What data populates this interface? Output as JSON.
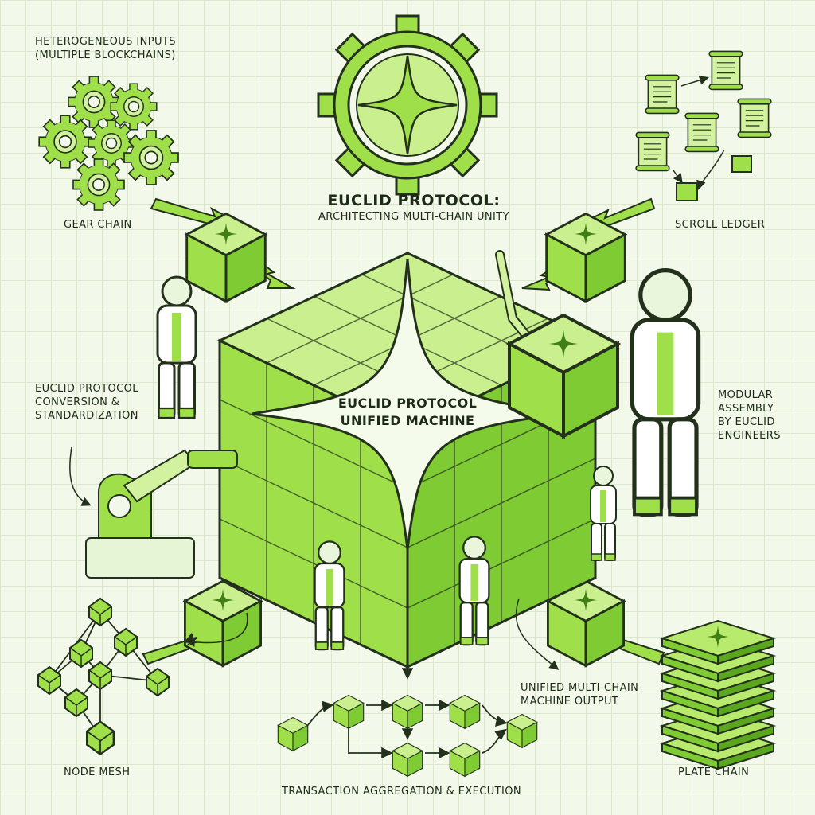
{
  "title": {
    "line1": "EUCLID PROTOCOL:",
    "line2": "ARCHITECTING MULTI-CHAIN UNITY"
  },
  "center_label": {
    "line1": "EUCLID PROTOCOL",
    "line2": "UNIFIED MACHINE"
  },
  "labels": {
    "inputs": {
      "line1": "HETEROGENEOUS INPUTS",
      "line2": "(MULTIPLE BLOCKCHAINS)"
    },
    "gear_chain": "GEAR CHAIN",
    "scroll_ledger": "SCROLL LEDGER",
    "conversion": {
      "line1": "EUCLID PROTOCOL",
      "line2": "CONVERSION &",
      "line3": "STANDARDIZATION"
    },
    "modular": {
      "line1": "MODULAR",
      "line2": "ASSEMBLY",
      "line3": "BY EUCLID",
      "line4": "ENGINEERS"
    },
    "output": {
      "line1": "UNIFIED MULTI-CHAIN",
      "line2": "MACHINE OUTPUT"
    },
    "node_mesh": "NODE MESH",
    "plate_chain": "PLATE CHAIN",
    "aggregation": "TRANSACTION AGGREGATION & EXECUTION"
  },
  "colors": {
    "accent": "#9fe04a",
    "accent_dark": "#5aa61f",
    "accent_light": "#d3f2a0",
    "outline": "#23301c",
    "background": "#f2f8ea"
  }
}
